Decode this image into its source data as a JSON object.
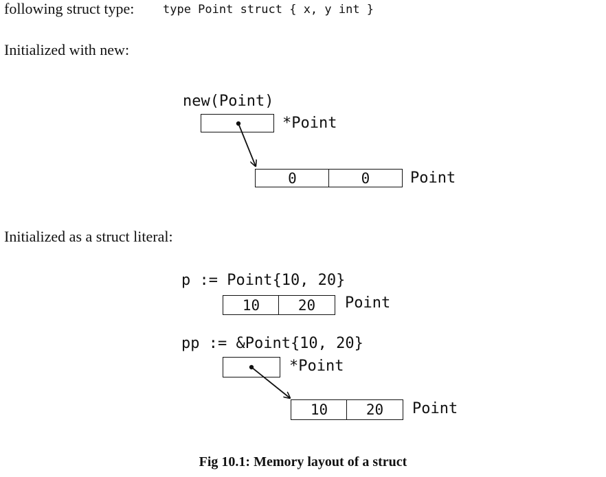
{
  "intro": {
    "text": "following struct type:",
    "code": "type Point struct { x, y int }"
  },
  "section_new": {
    "heading": "Initialized with new:",
    "expr": "new(Point)",
    "pointer_type": "*Point",
    "value_type": "Point",
    "fields": [
      "0",
      "0"
    ]
  },
  "section_literal": {
    "heading": "Initialized as a struct literal:",
    "expr_value": "p := Point{10, 20}",
    "value_fields": [
      "10",
      "20"
    ],
    "value_type": "Point",
    "expr_pointer": "pp := &Point{10, 20}",
    "pointer_type": "*Point",
    "pointed_fields": [
      "10",
      "20"
    ],
    "pointed_type": "Point"
  },
  "caption": "Fig 10.1: Memory layout of a struct"
}
